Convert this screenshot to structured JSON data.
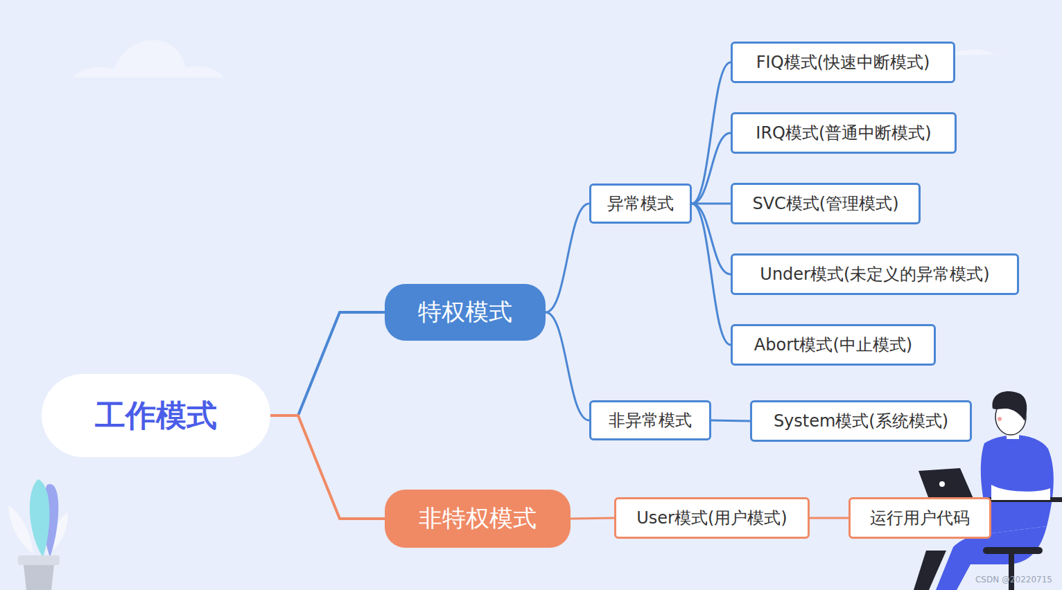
{
  "diagram": {
    "nodes": [
      {
        "text": [
          "工作模式"
        ]
      },
      {
        "text": [
          "特权模式"
        ]
      },
      {
        "text": [
          "异常模式"
        ]
      },
      {
        "text": [
          "FIQ模式(快速中断模式)"
        ]
      },
      {
        "text": [
          "IRQ模式(普通中断模式)"
        ]
      },
      {
        "text": [
          "SVC模式(管理模式)"
        ]
      },
      {
        "text": [
          "Under模式(未定义的异常模式)"
        ]
      },
      {
        "text": [
          "Abort模式(中止模式)"
        ]
      },
      {
        "text": [
          "非异常模式"
        ]
      },
      {
        "text": [
          "System模式(系统模式)"
        ]
      },
      {
        "text": [
          "非特权模式"
        ]
      },
      {
        "text": [
          "User模式(用户模式)"
        ]
      },
      {
        "text": [
          "运行用户代码"
        ]
      }
    ],
    "edges": [
      {
        "from": 0,
        "to": 1,
        "arrow": "none"
      },
      {
        "from": 1,
        "to": 2,
        "arrow": "none"
      },
      {
        "from": 2,
        "to": 3,
        "arrow": "none"
      },
      {
        "from": 2,
        "to": 4,
        "arrow": "none"
      },
      {
        "from": 2,
        "to": 5,
        "arrow": "none"
      },
      {
        "from": 2,
        "to": 6,
        "arrow": "none"
      },
      {
        "from": 2,
        "to": 7,
        "arrow": "none"
      },
      {
        "from": 1,
        "to": 8,
        "arrow": "none"
      },
      {
        "from": 8,
        "to": 9,
        "arrow": "none"
      },
      {
        "from": 0,
        "to": 10,
        "arrow": "none"
      },
      {
        "from": 10,
        "to": 11,
        "arrow": "none"
      },
      {
        "from": 11,
        "to": 12,
        "arrow": "none"
      }
    ],
    "labels": [
      "CSDN @20220715"
    ]
  }
}
